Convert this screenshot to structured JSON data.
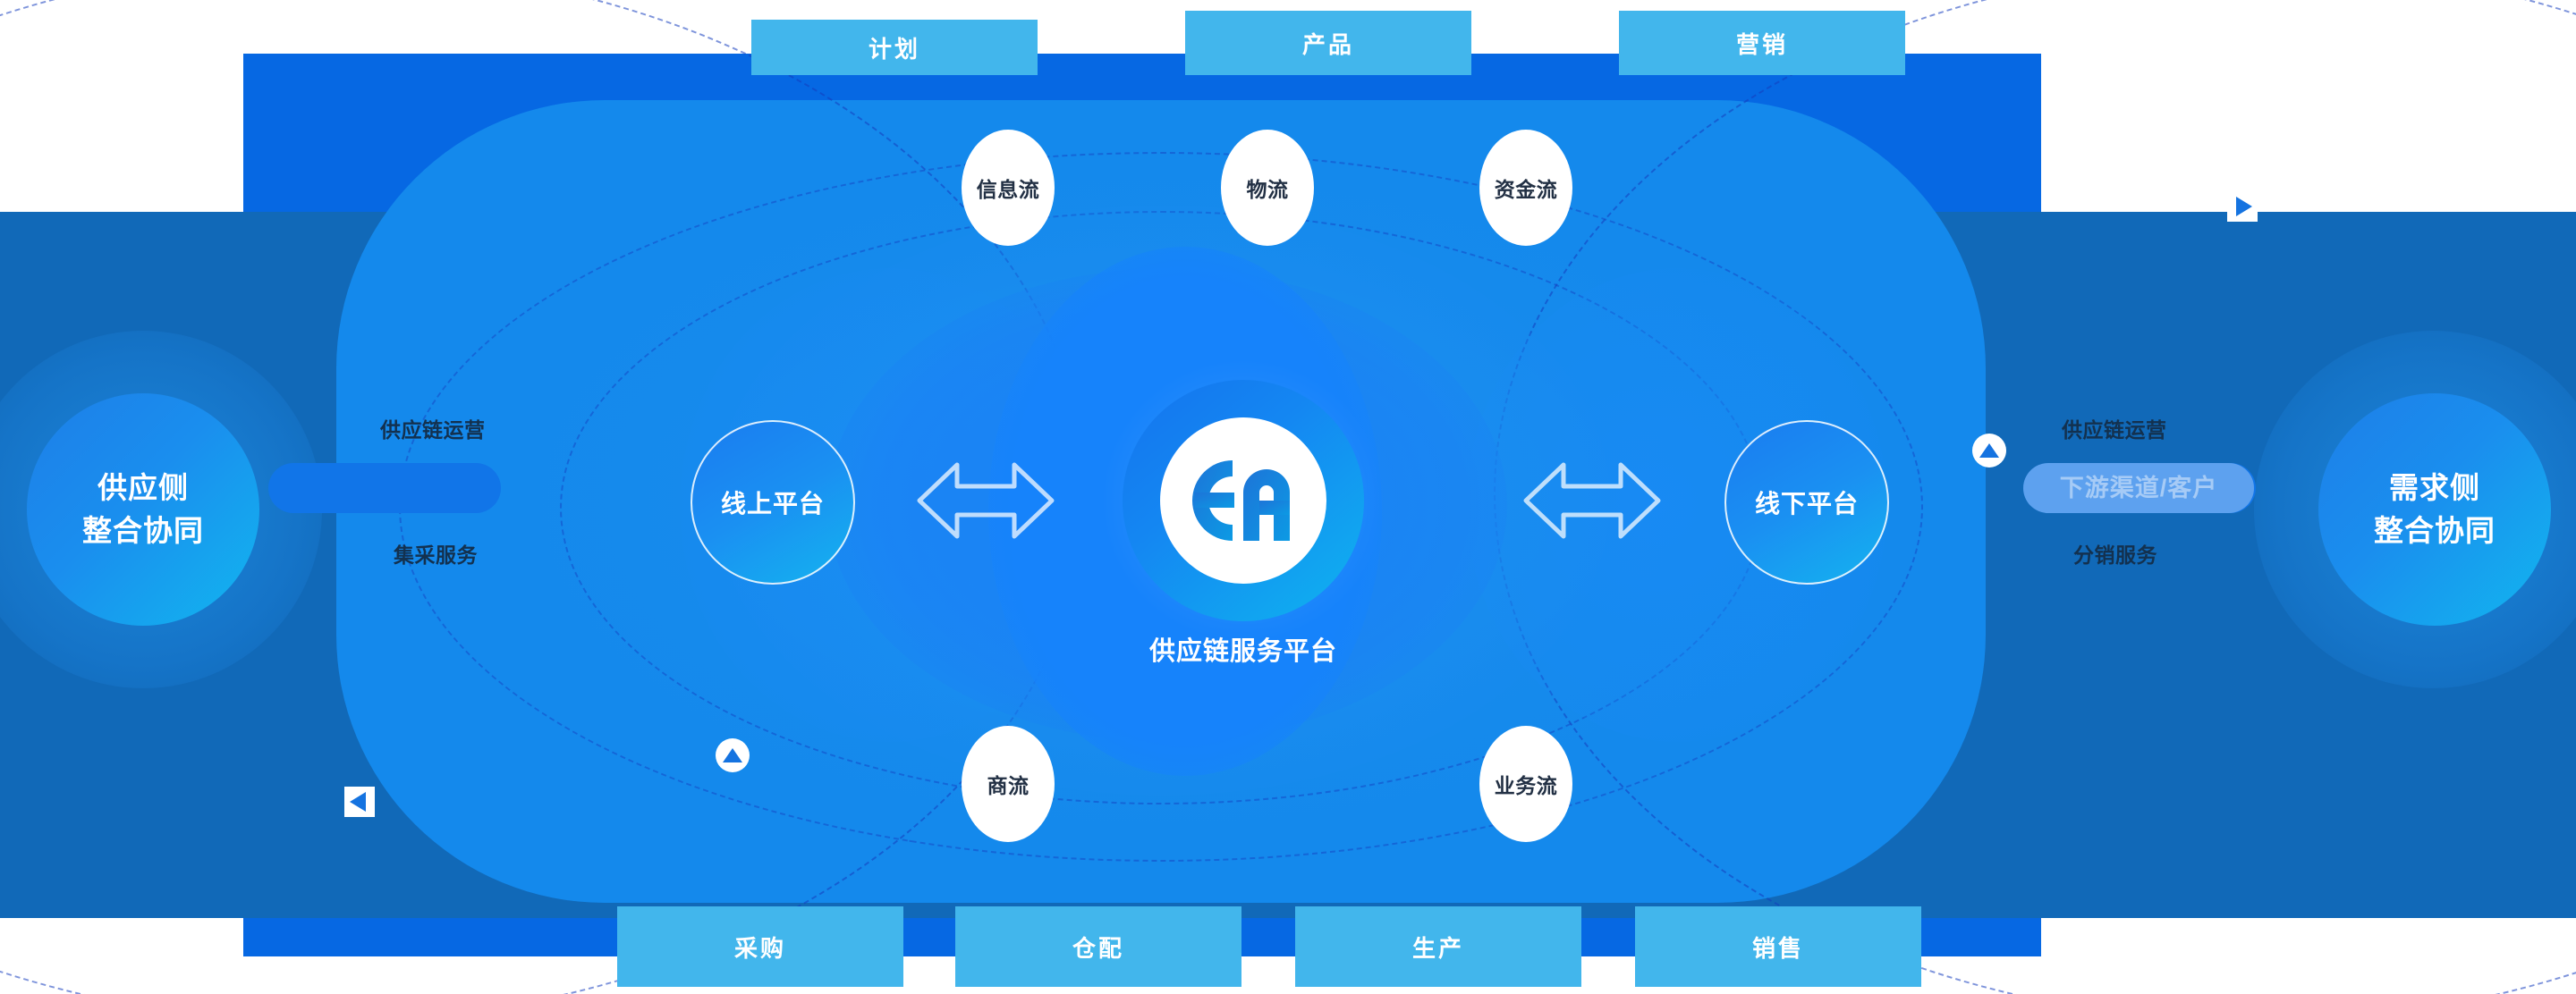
{
  "diagram": {
    "title": "供应链服务平台",
    "colors": {
      "panel_inner": "#0668e3",
      "panel_outer": "#1169b8",
      "stadium": "#1489ec",
      "tab": "#42b6ec",
      "accent_white": "#ffffff",
      "label_dark": "#13314f",
      "marker_blue": "#1573e0"
    },
    "center": {
      "logo_text": "EA",
      "label": "供应链服务平台"
    },
    "left_circle": {
      "line1": "供应侧",
      "line2": "整合协同"
    },
    "right_circle": {
      "line1": "需求侧",
      "line2": "整合协同"
    },
    "platforms": {
      "online": "线上平台",
      "offline": "线下平台"
    },
    "top_tabs": [
      {
        "label": "计划"
      },
      {
        "label": "产品"
      },
      {
        "label": "营销"
      }
    ],
    "bottom_tabs": [
      {
        "label": "采购"
      },
      {
        "label": "仓配"
      },
      {
        "label": "生产"
      },
      {
        "label": "销售"
      }
    ],
    "top_flows": [
      {
        "label": "信息流"
      },
      {
        "label": "物流"
      },
      {
        "label": "资金流"
      }
    ],
    "bottom_flows": [
      {
        "label": "商流"
      },
      {
        "label": "业务流"
      }
    ],
    "left_services": {
      "top": "供应链运营",
      "bottom": "集采服务"
    },
    "right_services": {
      "top": "供应链运营",
      "bottom": "分销服务",
      "highlight": "下游渠道/客户"
    },
    "markers": [
      {
        "name": "play-right",
        "glyph": "▶"
      },
      {
        "name": "play-left",
        "glyph": "◀"
      },
      {
        "name": "caret-up-left",
        "glyph": "▲"
      },
      {
        "name": "caret-up-right",
        "glyph": "▲"
      }
    ]
  }
}
